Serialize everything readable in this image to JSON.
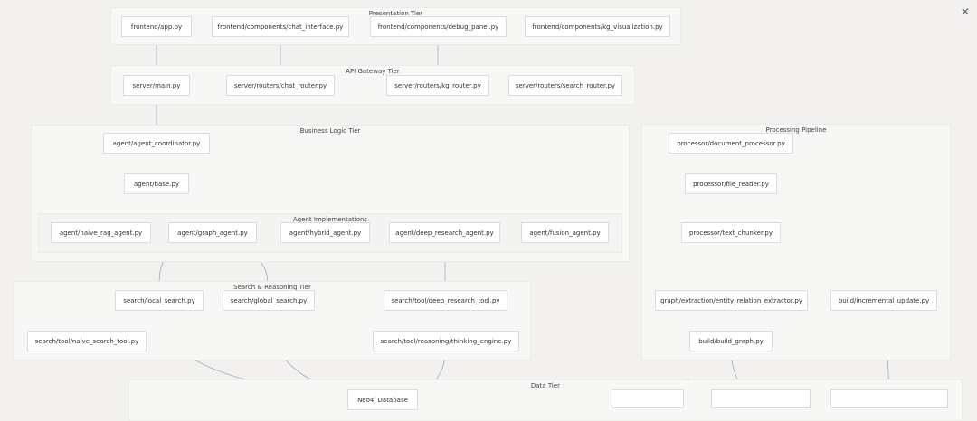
{
  "tiers": {
    "presentation": "Presentation Tier",
    "gateway": "API Gateway Tier",
    "business": "Business Logic Tier",
    "agents": "Agent Implementations",
    "processing": "Processing Pipeline",
    "search": "Search & Reasoning Tier",
    "data": "Data Tier"
  },
  "nodes": {
    "frontend_app": "frontend/app.py",
    "chat_interface": "frontend/components/chat_interface.py",
    "debug_panel": "frontend/components/debug_panel.py",
    "kg_visualization": "frontend/components/kg_visualization.py",
    "server_main": "server/main.py",
    "chat_router": "server/routers/chat_router.py",
    "kg_router": "server/routers/kg_router.py",
    "search_router": "server/routers/search_router.py",
    "agent_coordinator": "agent/agent_coordinator.py",
    "agent_base": "agent/base.py",
    "naive_rag_agent": "agent/naive_rag_agent.py",
    "graph_agent": "agent/graph_agent.py",
    "hybrid_agent": "agent/hybrid_agent.py",
    "deep_research_agent": "agent/deep_research_agent.py",
    "fusion_agent": "agent/fusion_agent.py",
    "document_processor": "processor/document_processor.py",
    "file_reader": "processor/file_reader.py",
    "text_chunker": "processor/text_chunker.py",
    "entity_relation_extractor": "graph/extraction/entity_relation_extractor.py",
    "incremental_update": "build/incremental_update.py",
    "build_graph": "build/build_graph.py",
    "local_search": "search/local_search.py",
    "global_search": "search/global_search.py",
    "deep_research_tool": "search/tool/deep_research_tool.py",
    "naive_search_tool": "search/tool/naive_search_tool.py",
    "thinking_engine": "search/tool/reasoning/thinking_engine.py",
    "neo4j": "Neo4j Database",
    "faded_1": "",
    "faded_2": "",
    "faded_3": ""
  },
  "close_icon": "close-icon",
  "colors": {
    "edge": "#aaaaaa",
    "background": "#f2f1f0",
    "node": "#ffffff"
  }
}
